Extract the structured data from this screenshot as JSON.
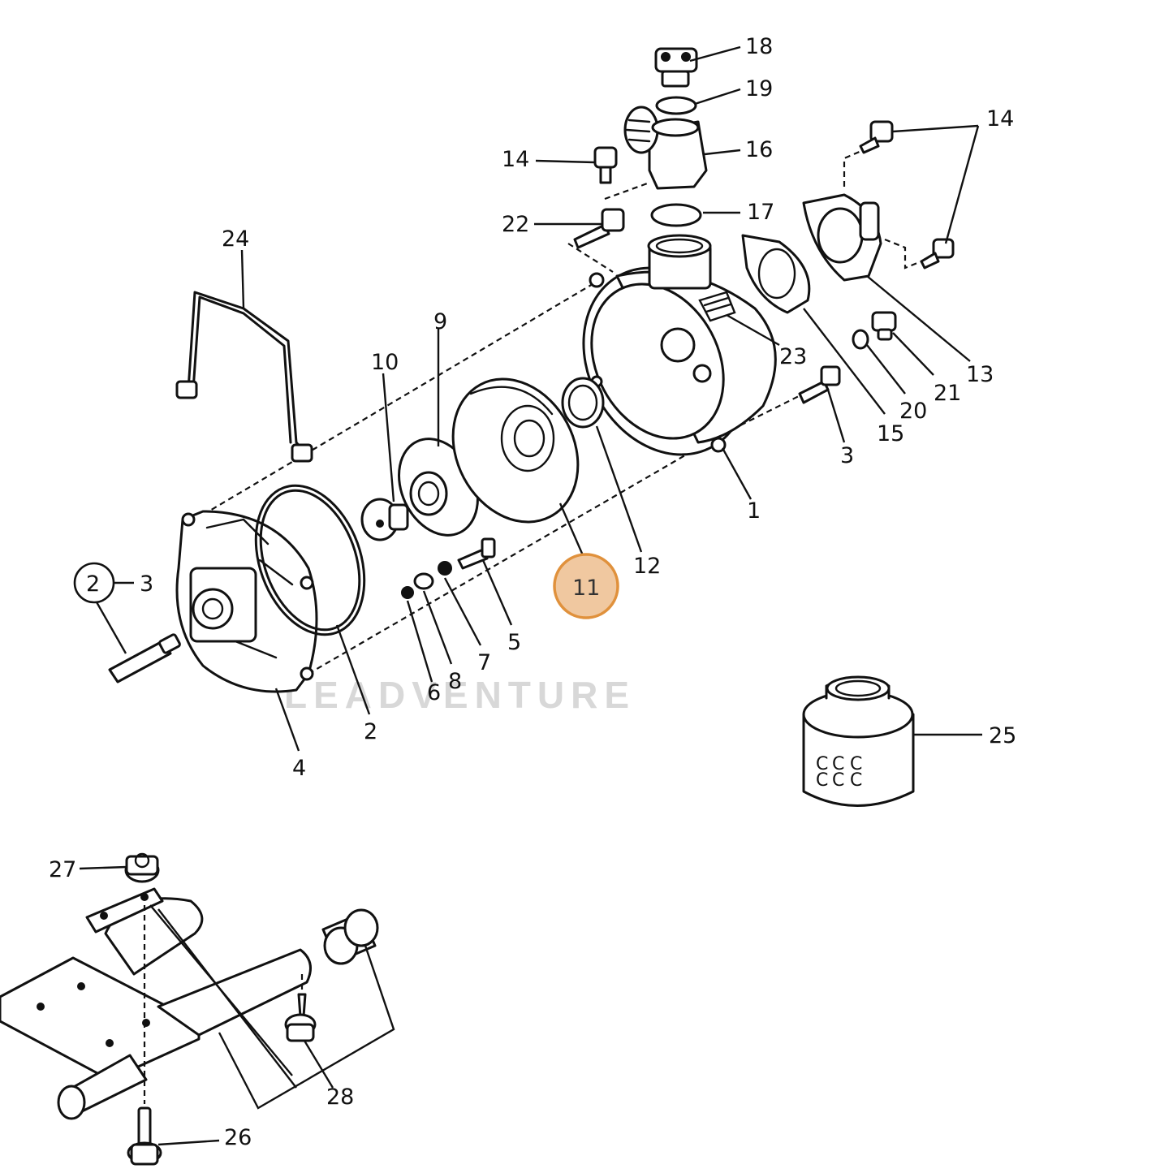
{
  "diagram": {
    "watermark": "LEADVENTURE",
    "highlight_color": "#f0c8a0",
    "highlight_stroke": "#e0913c",
    "highlighted_callout": "11",
    "callouts": {
      "c1": "1",
      "c2a": "2",
      "c2b": "2",
      "c3a": "3",
      "c3b": "3",
      "c4": "4",
      "c5": "5",
      "c6": "6",
      "c7": "7",
      "c8": "8",
      "c9": "9",
      "c10": "10",
      "c11": "11",
      "c12": "12",
      "c13": "13",
      "c14a": "14",
      "c14b": "14",
      "c15": "15",
      "c16": "16",
      "c17": "17",
      "c18": "18",
      "c19": "19",
      "c20": "20",
      "c21": "21",
      "c22": "22",
      "c23": "23",
      "c24": "24",
      "c25": "25",
      "c26": "26",
      "c27": "27",
      "c28": "28"
    }
  }
}
